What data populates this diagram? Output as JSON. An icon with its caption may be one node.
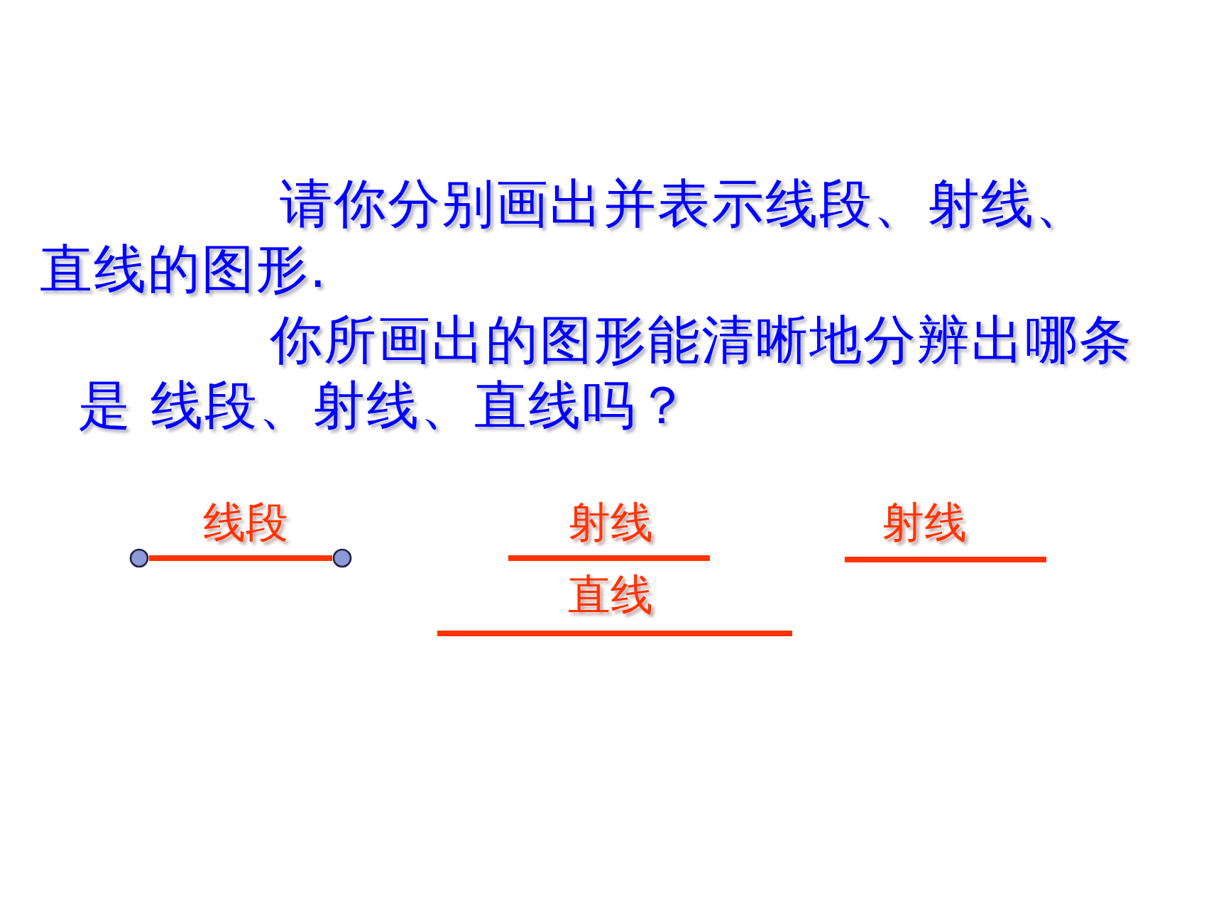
{
  "diagram": {
    "nodes": [
      {
        "text": [],
        "shape": "circle"
      },
      {
        "text": [],
        "shape": "circle"
      }
    ],
    "edges": [
      {
        "from": 0,
        "to": 1,
        "arrow": "none"
      }
    ],
    "labels": [
      "请你分别画出并表示线段、射线、直线的图形.",
      "你所画出的图形能清晰地分辨出哪条是 线段、射线、直线吗？",
      "线段",
      "射线",
      "射线",
      "直线"
    ]
  }
}
